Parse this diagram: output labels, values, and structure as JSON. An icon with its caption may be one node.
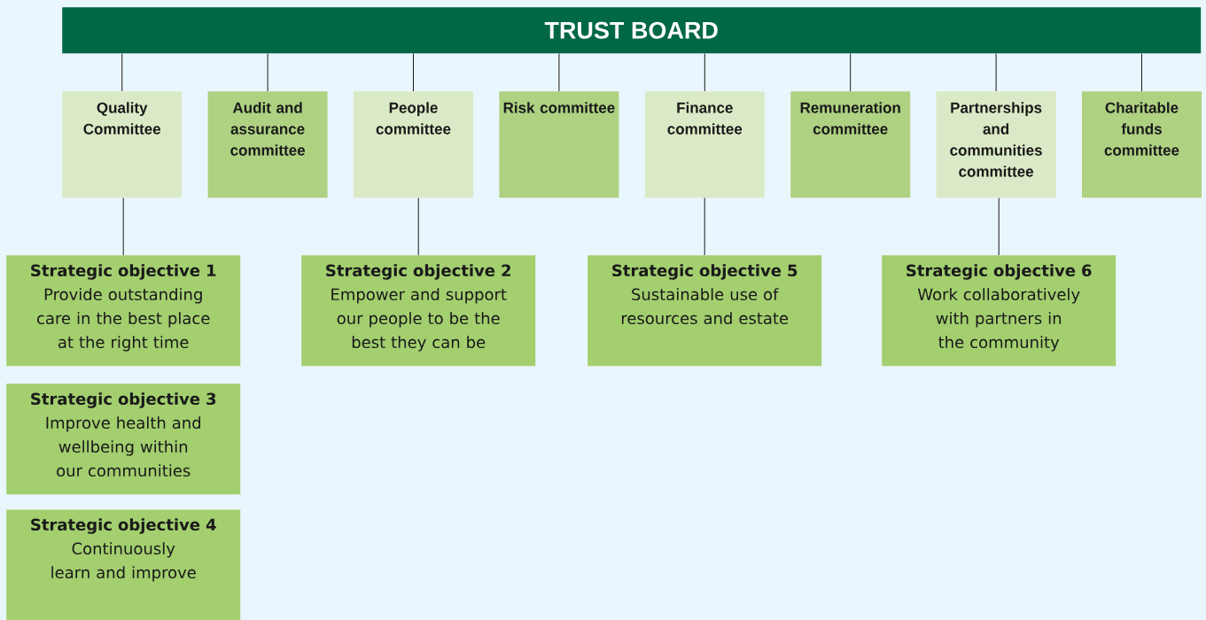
{
  "diagram": {
    "nodes": [
      {
        "text": [
          "TRUST BOARD"
        ]
      },
      {
        "text": [
          "Quality Committee"
        ]
      },
      {
        "text": [
          "Audit and assurance committee"
        ]
      },
      {
        "text": [
          "People committee"
        ]
      },
      {
        "text": [
          "Risk committee"
        ]
      },
      {
        "text": [
          "Finance committee"
        ]
      },
      {
        "text": [
          "Remuneration committee"
        ]
      },
      {
        "text": [
          "Partnerships and communities committee"
        ]
      },
      {
        "text": [
          "Charitable funds committee"
        ]
      },
      {
        "text": [
          "Strategic objective 1",
          "Provide outstanding care in the best place at the right time"
        ]
      },
      {
        "text": [
          "Strategic objective 2",
          "Empower and support our people to be the best they can be"
        ]
      },
      {
        "text": [
          "Strategic objective 5",
          "Sustainable use of resources and estate"
        ]
      },
      {
        "text": [
          "Strategic objective 6",
          "Work collaboratively with partners in the community"
        ]
      },
      {
        "text": [
          "Strategic objective 3",
          "Improve health and wellbeing within our communities"
        ]
      },
      {
        "text": [
          "Strategic objective 4",
          "Continuously learn and improve"
        ]
      }
    ],
    "edges": [
      {
        "from": 0,
        "to": 1,
        "arrow": "none"
      },
      {
        "from": 0,
        "to": 2,
        "arrow": "none"
      },
      {
        "from": 0,
        "to": 3,
        "arrow": "none"
      },
      {
        "from": 0,
        "to": 4,
        "arrow": "none"
      },
      {
        "from": 0,
        "to": 5,
        "arrow": "none"
      },
      {
        "from": 0,
        "to": 6,
        "arrow": "none"
      },
      {
        "from": 0,
        "to": 7,
        "arrow": "none"
      },
      {
        "from": 0,
        "to": 8,
        "arrow": "none"
      },
      {
        "from": 1,
        "to": 9,
        "arrow": "none"
      },
      {
        "from": 3,
        "to": 10,
        "arrow": "none"
      },
      {
        "from": 5,
        "to": 11,
        "arrow": "none"
      },
      {
        "from": 7,
        "to": 12,
        "arrow": "none"
      }
    ]
  }
}
